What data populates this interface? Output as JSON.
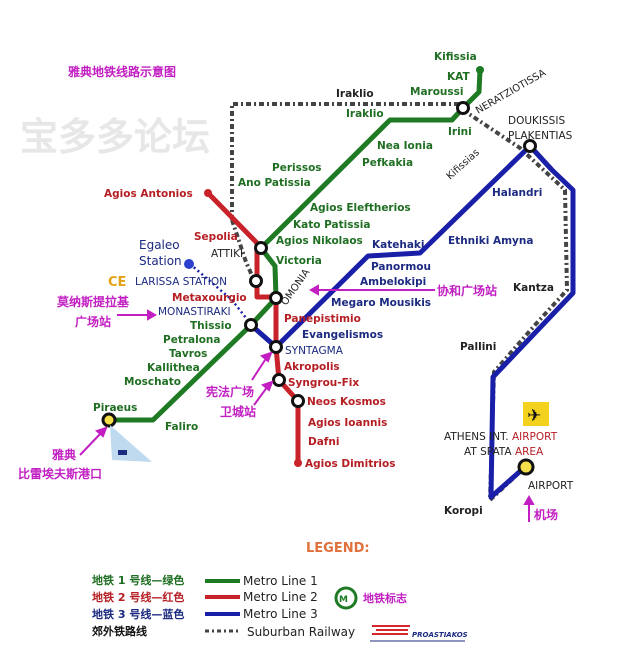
{
  "title": "雅典地铁线路示意图",
  "watermark": "宝多多论坛",
  "colors": {
    "line1": "#1f7a24",
    "line2": "#c8232a",
    "line3": "#1a1fa8",
    "suburban": "#444444",
    "annotation": "#c21fc2"
  },
  "line1": {
    "stations": [
      "Kifissia",
      "KAT",
      "Maroussi",
      "Iraklio",
      "Irini",
      "Nea Ionia",
      "Pefkakia",
      "Perissos",
      "Ano Patissia",
      "Agios Eleftherios",
      "Kato Patissia",
      "Agios Nikolaos",
      "Victoria",
      "Thissio",
      "Petralona",
      "Tavros",
      "Kallithea",
      "Moschato",
      "Piraeus",
      "Faliro"
    ]
  },
  "line2": {
    "stations": [
      "Agios Antonios",
      "Sepolia",
      "Metaxourgio",
      "Panepistimio",
      "Akropolis",
      "Syngrou-Fix",
      "Neos Kosmos",
      "Agios Ioannis",
      "Dafni",
      "Agios Dimitrios"
    ]
  },
  "line3": {
    "stations": [
      "Egaleo",
      "Station",
      "MONASTIRAKI",
      "SYNTAGMA",
      "Evangelismos",
      "Megaro Mousikis",
      "Panormou",
      "Ambelokipi",
      "Katehaki",
      "Ethniki Amyna",
      "Halandri",
      "DOUKISSIS",
      "PLAKENTIAS",
      "Kantza",
      "Pallini",
      "Koropi",
      "AIRPORT"
    ]
  },
  "interchanges": {
    "attiki": "ATTIKI",
    "omonia": "OMONIA",
    "larissa": "LARISSA STATION",
    "neratziotissa": "NERATZIOTISSA",
    "iraklio_suburban": "Iraklio",
    "kifissias": "Kifissias"
  },
  "airport": {
    "line_a": "ATHENS INT.",
    "line_a_red": "AIRPORT",
    "line_b": "AT SPATA",
    "line_b_red": "AREA"
  },
  "annotations": {
    "monastiraki_1": "莫纳斯提拉基",
    "monastiraki_2": "广场站",
    "omonia": "协和广场站",
    "syntagma": "宪法广场",
    "akropolis": "卫城站",
    "piraeus_1": "雅典",
    "piraeus_2": "比雷埃夫斯港口",
    "airport": "机场"
  },
  "legend": {
    "title": "LEGEND:",
    "rows": [
      {
        "cn": "地铁 1 号线—绿色",
        "en": "Metro Line 1"
      },
      {
        "cn": "地铁 2 号线—红色",
        "en": "Metro Line 2"
      },
      {
        "cn": "地铁 3 号线—蓝色",
        "en": "Metro Line 3"
      },
      {
        "cn": "郊外铁路线",
        "en": "Suburban Railway"
      }
    ],
    "metro_logo_label": "地铁标志",
    "proastiakos_logo": "PROASTIAKOS"
  }
}
